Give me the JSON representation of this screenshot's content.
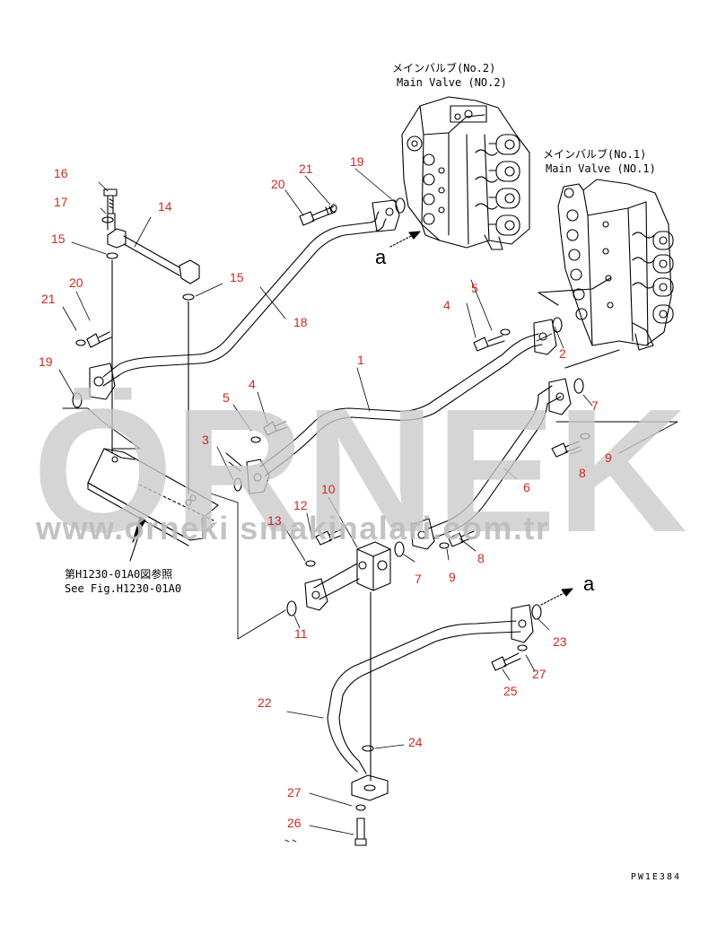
{
  "valve_no2": {
    "jp": "メインバルブ(No.2)",
    "en": "Main Valve (NO.2)"
  },
  "valve_no1": {
    "jp": "メインバルブ(No.1)",
    "en": "Main Valve (NO.1)"
  },
  "see_fig": {
    "jp": "第H1230-01A0図参照",
    "en": "See Fig.H1230-01A0"
  },
  "drawing_code": "PW1E384",
  "watermark": {
    "big": "ÖRNEK",
    "url": "www.orneki smakinalari.com.tr"
  },
  "arrow_letter": "a",
  "part_labels": {
    "p1": "1",
    "p2": "2",
    "p3": "3",
    "p4a": "4",
    "p4b": "4",
    "p5a": "5",
    "p5b": "5",
    "p6": "6",
    "p7a": "7",
    "p7b": "7",
    "p8a": "8",
    "p8b": "8",
    "p9a": "9",
    "p9b": "9",
    "p10": "10",
    "p11": "11",
    "p12": "12",
    "p13": "13",
    "p14": "14",
    "p15a": "15",
    "p15b": "15",
    "p16": "16",
    "p17": "17",
    "p18": "18",
    "p19a": "19",
    "p19b": "19",
    "p20a": "20",
    "p20b": "20",
    "p21a": "21",
    "p21b": "21",
    "p22": "22",
    "p23": "23",
    "p24": "24",
    "p25": "25",
    "p26": "26",
    "p27a": "27",
    "p27b": "27"
  },
  "colors": {
    "label_red": "#cc2a1e",
    "line": "#000000",
    "watermark": "#c9c9c9"
  }
}
